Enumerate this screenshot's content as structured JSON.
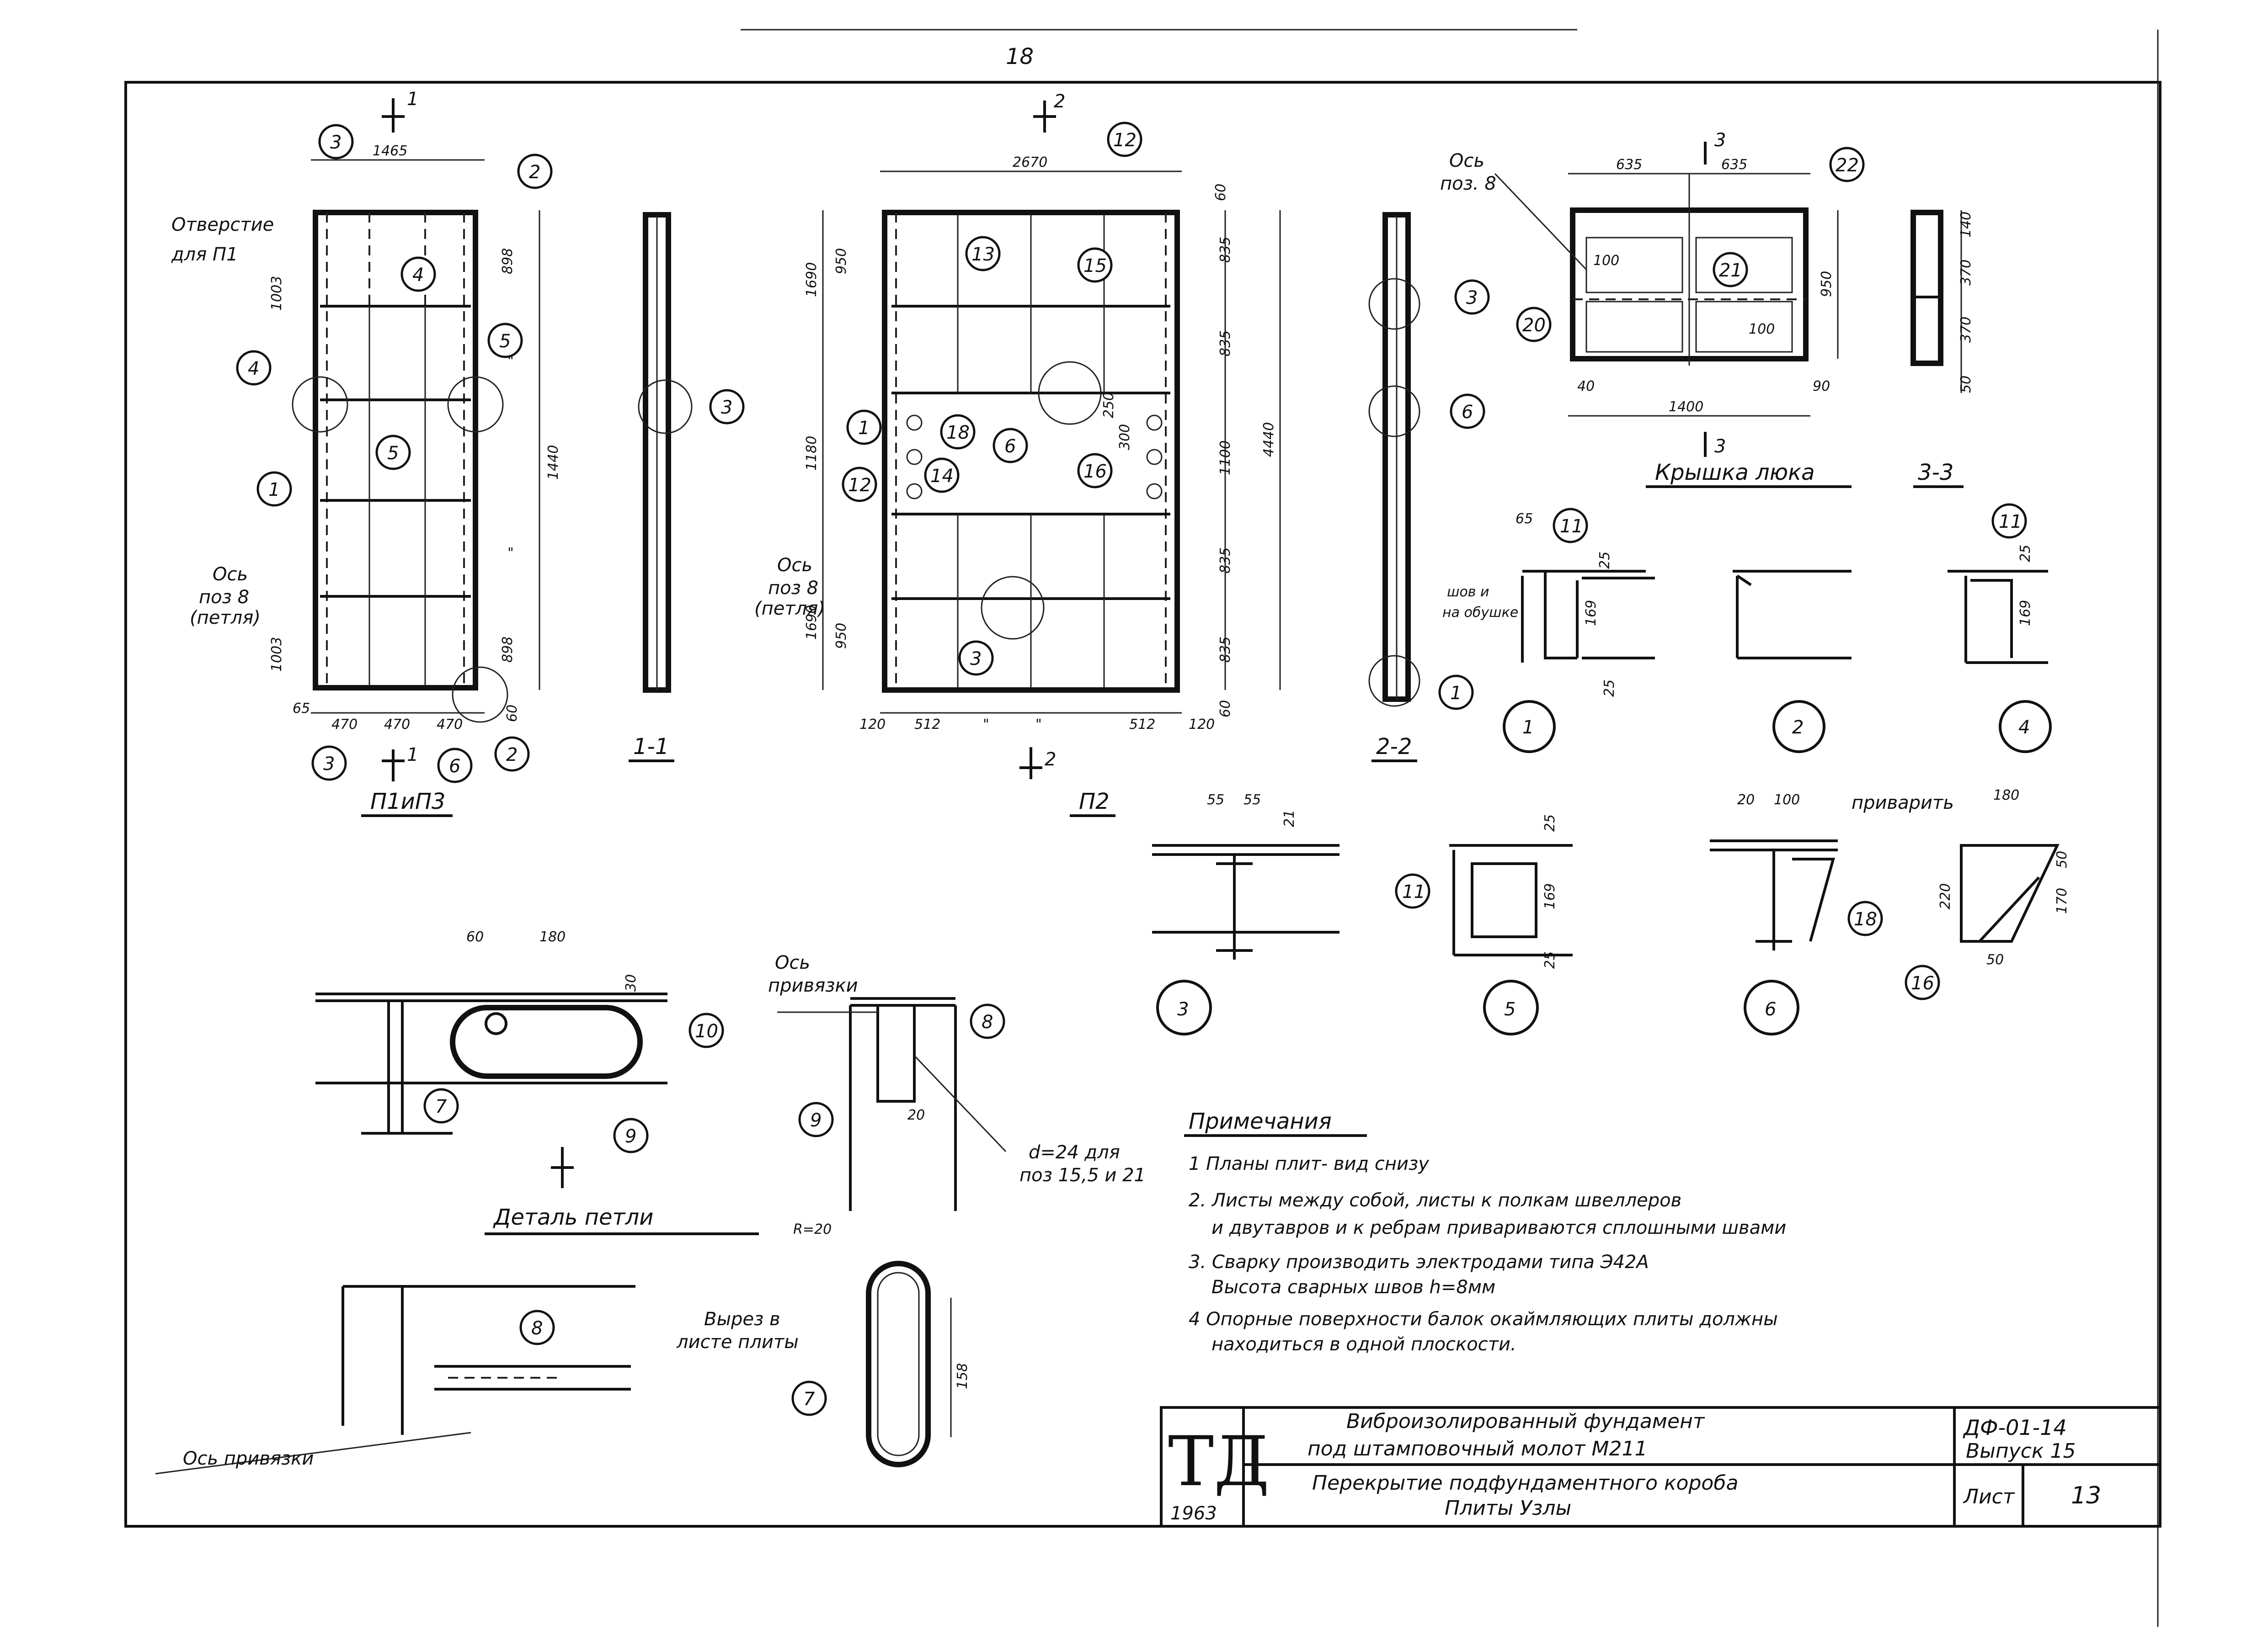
{
  "page_number": "18",
  "views": {
    "p1p3": {
      "title": "П1иП3",
      "section_mark": "1",
      "dims": {
        "top_width": "1465",
        "height_total": "1440",
        "h_top": "1003",
        "h_bottom": "1003",
        "r_top": "898",
        "r_bottom": "898",
        "ditto1": "\"",
        "ditto2": "\"",
        "b_left": "65",
        "b_1": "470",
        "b_2": "470",
        "b_3": "470",
        "b_right": "60"
      },
      "notes": {
        "hole": "Отверстие",
        "hole2": "для П1",
        "axis": "Ось",
        "axis2": "поз 8",
        "axis3": "(петля)"
      },
      "callouts": [
        "3",
        "2",
        "4",
        "5",
        "4",
        "1",
        "5",
        "3",
        "6",
        "2"
      ]
    },
    "section_11": {
      "title": "1-1",
      "callout": "3"
    },
    "p2": {
      "title": "П2",
      "section_mark": "2",
      "dims": {
        "top_width": "2670",
        "top_right": "60",
        "left_top": "1690",
        "left_950a": "950",
        "left_1180": "1180",
        "left_bottom": "1690",
        "left_950b": "950",
        "r_835a": "835",
        "r_835b": "835",
        "r_1100": "1100",
        "r_835c": "835",
        "r_835d": "835",
        "r_total": "4440",
        "d_250": "250",
        "d_300": "300",
        "b_120l": "120",
        "b_512l": "512",
        "b_d1": "\"",
        "b_d2": "\"",
        "b_512r": "512",
        "b_120r": "120",
        "b_60": "60"
      },
      "notes": {
        "axis": "Ось",
        "axis2": "поз 8",
        "axis3": "(петля)"
      },
      "callouts": [
        "12",
        "13",
        "15",
        "1",
        "18",
        "6",
        "16",
        "14",
        "12",
        "3"
      ]
    },
    "section_22": {
      "title": "2-2",
      "callouts": [
        "3",
        "6",
        "1"
      ]
    },
    "hatch_cover": {
      "title": "Крышка люка",
      "section_mark": "3",
      "axis": "Ось",
      "axis2": "поз. 8",
      "dims": {
        "w1": "635",
        "w2": "635",
        "inner_100a": "100",
        "inner_100b": "100",
        "b_40": "40",
        "b_1400": "1400",
        "b_90": "90",
        "h_950": "950"
      },
      "callouts": [
        "22",
        "21",
        "20"
      ]
    },
    "section_33": {
      "title": "3-3",
      "dims": {
        "d140": "140",
        "d370a": "370",
        "d370b": "370",
        "d50": "50"
      }
    },
    "node1": {
      "label": "1",
      "dims": {
        "d65": "65",
        "d25a": "25",
        "d169": "169",
        "d25b": "25"
      },
      "note": "шов и",
      "note2": "на обушке",
      "callout": "11"
    },
    "node2": {
      "label": "2"
    },
    "node4": {
      "label": "4",
      "dims": {
        "d25": "25",
        "d169": "169"
      },
      "callout": "11"
    },
    "node3": {
      "label": "3",
      "dims": {
        "d55a": "55",
        "d55b": "55",
        "d21": "21"
      }
    },
    "node5": {
      "label": "5",
      "dims": {
        "d25a": "25",
        "d169": "169",
        "d25b": "25"
      },
      "callout": "11"
    },
    "node6": {
      "label": "6",
      "dims": {
        "d20": "20",
        "d100": "100"
      },
      "note": "приварить",
      "callout": "18"
    },
    "bracket16": {
      "dims": {
        "d180": "180",
        "d220": "220",
        "d50a": "50",
        "d170": "170",
        "d50b": "50"
      },
      "callout": "16"
    },
    "loop_detail": {
      "title": "Деталь петли",
      "dims": {
        "d60": "60",
        "d180": "180",
        "d30": "30"
      },
      "callouts": [
        "10",
        "7",
        "9"
      ]
    },
    "anchor_detail": {
      "axis": "Ось",
      "axis2": "привязки",
      "dims": {
        "d20": "20"
      },
      "note": "d=24 для",
      "note2": "поз 15,5 и 21",
      "callouts": [
        "8",
        "9"
      ]
    },
    "cut_plan": {
      "note": "Вырез в",
      "note2": "листе плиты",
      "axis": "Ось привязки",
      "callout": "8"
    },
    "slot7": {
      "radius": "R=20",
      "length": "158",
      "callout": "7"
    }
  },
  "notes": {
    "title": "Примечания",
    "items": [
      "1  Планы плит- вид снизу",
      "2. Листы между собой, листы к полкам швеллеров",
      "и двутавров и к ребрам привариваются сплошными швами",
      "3. Сварку производить электродами типа Э42А",
      "Высота сварных швов h=8мм",
      "4  Опорные поверхности балок окаймляющих плиты должны",
      "находиться  в одной плоскости."
    ]
  },
  "title_block": {
    "logo": "ТД",
    "year": "1963",
    "title_line1": "Виброизолированный  фундамент",
    "title_line2": "под штамповочный   молот     М211",
    "subtitle_line1": "Перекрытие подфундаментного короба",
    "subtitle_line2": "Плиты  Узлы",
    "code": "ДФ-01-14",
    "issue": "Выпуск 15",
    "sheet_label": "Лист",
    "sheet_no": "13"
  }
}
